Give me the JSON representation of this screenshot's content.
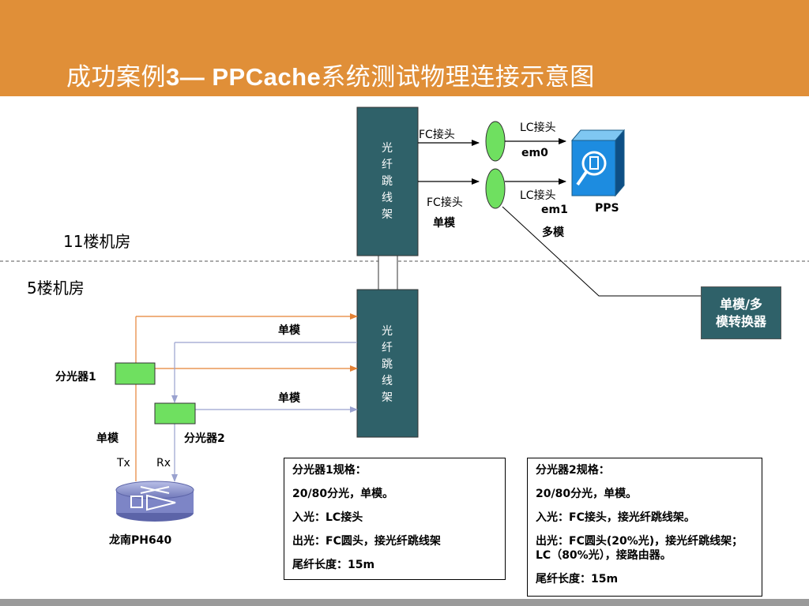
{
  "title": {
    "prefix": "成功案例",
    "bold": "3— PPCache",
    "suffix": "系统测试物理连接示意图"
  },
  "rooms": {
    "upper": "11楼机房",
    "lower": "5楼机房"
  },
  "panels": {
    "upper": "光纤跳线架",
    "lower": "光纤跳线架"
  },
  "labels": {
    "fc1": "FC接头",
    "fc2": "FC接头",
    "lc1": "LC接头",
    "lc2": "LC接头",
    "em0": "em0",
    "em1": "em1",
    "pps": "PPS",
    "single_mode_upper": "单模",
    "multi_mode_upper": "多模",
    "single_mode_1": "单模",
    "single_mode_2": "单模",
    "single_mode_3": "单模",
    "splitter1": "分光器1",
    "splitter2": "分光器2",
    "tx": "Tx",
    "rx": "Rx",
    "router": "龙南PH640"
  },
  "converter": {
    "line1": "单模/多",
    "line2": "模转换器"
  },
  "spec1": {
    "lines": [
      "分光器1规格：",
      "20/80分光，单模。",
      "入光：LC接头",
      "出光：FC圆头，接光纤跳线架",
      "尾纤长度：15m"
    ]
  },
  "spec2": {
    "lines": [
      "分光器2规格：",
      "20/80分光，单模。",
      "入光：FC接头，接光纤跳线架。",
      "出光：FC圆头(20%光)，接光纤跳线架；LC（80%光），接路由器。",
      "尾纤长度：15m"
    ]
  },
  "colors": {
    "header": "#e08f38",
    "panel": "#2f6169",
    "connector": "#6fe060",
    "splitter": "#6fe060",
    "orange_line": "#e58235",
    "blue_line": "#9aa2cf"
  }
}
